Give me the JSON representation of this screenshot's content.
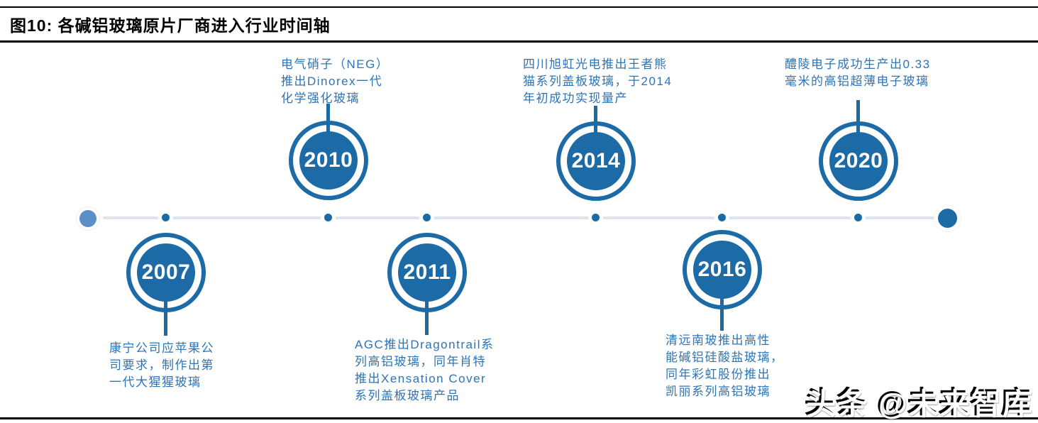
{
  "figure_title": "图10:  各碱铝玻璃原片厂商进入行业时间轴",
  "watermark": "头条 @未来智库",
  "colors": {
    "node_blue": "#1d6ba6",
    "annotation_text_blue": "#2e74b5",
    "axis_gray_blue": "#dde4ee",
    "left_endpoint_blue": "#5d8fc7",
    "rule_black": "#000000"
  },
  "timeline": {
    "events": [
      {
        "year": "2007",
        "side": "below",
        "lines": [
          "康宁公司应苹果公",
          "司要求，制作出第",
          "一代大猩猩玻璃"
        ]
      },
      {
        "year": "2010",
        "side": "above",
        "lines": [
          "电气硝子（NEG）",
          "推出Dinorex一代",
          "化学强化玻璃"
        ]
      },
      {
        "year": "2011",
        "side": "below",
        "lines": [
          "AGC推出Dragontrail系",
          "列高铝玻璃，同年肖特",
          "推出Xensation Cover",
          "系列盖板玻璃产品"
        ]
      },
      {
        "year": "2014",
        "side": "above",
        "lines": [
          "四川旭虹光电推出王者熊",
          "猫系列盖板玻璃，于2014",
          "年初成功实现量产"
        ]
      },
      {
        "year": "2016",
        "side": "below",
        "lines": [
          "清远南玻推出高性",
          "能碱铝硅酸盐玻璃，",
          "同年彩虹股份推出",
          "凯丽系列高铝玻璃"
        ]
      },
      {
        "year": "2020",
        "side": "above",
        "lines": [
          "醴陵电子成功生产出0.33",
          "毫米的高铝超薄电子玻璃"
        ]
      }
    ]
  }
}
